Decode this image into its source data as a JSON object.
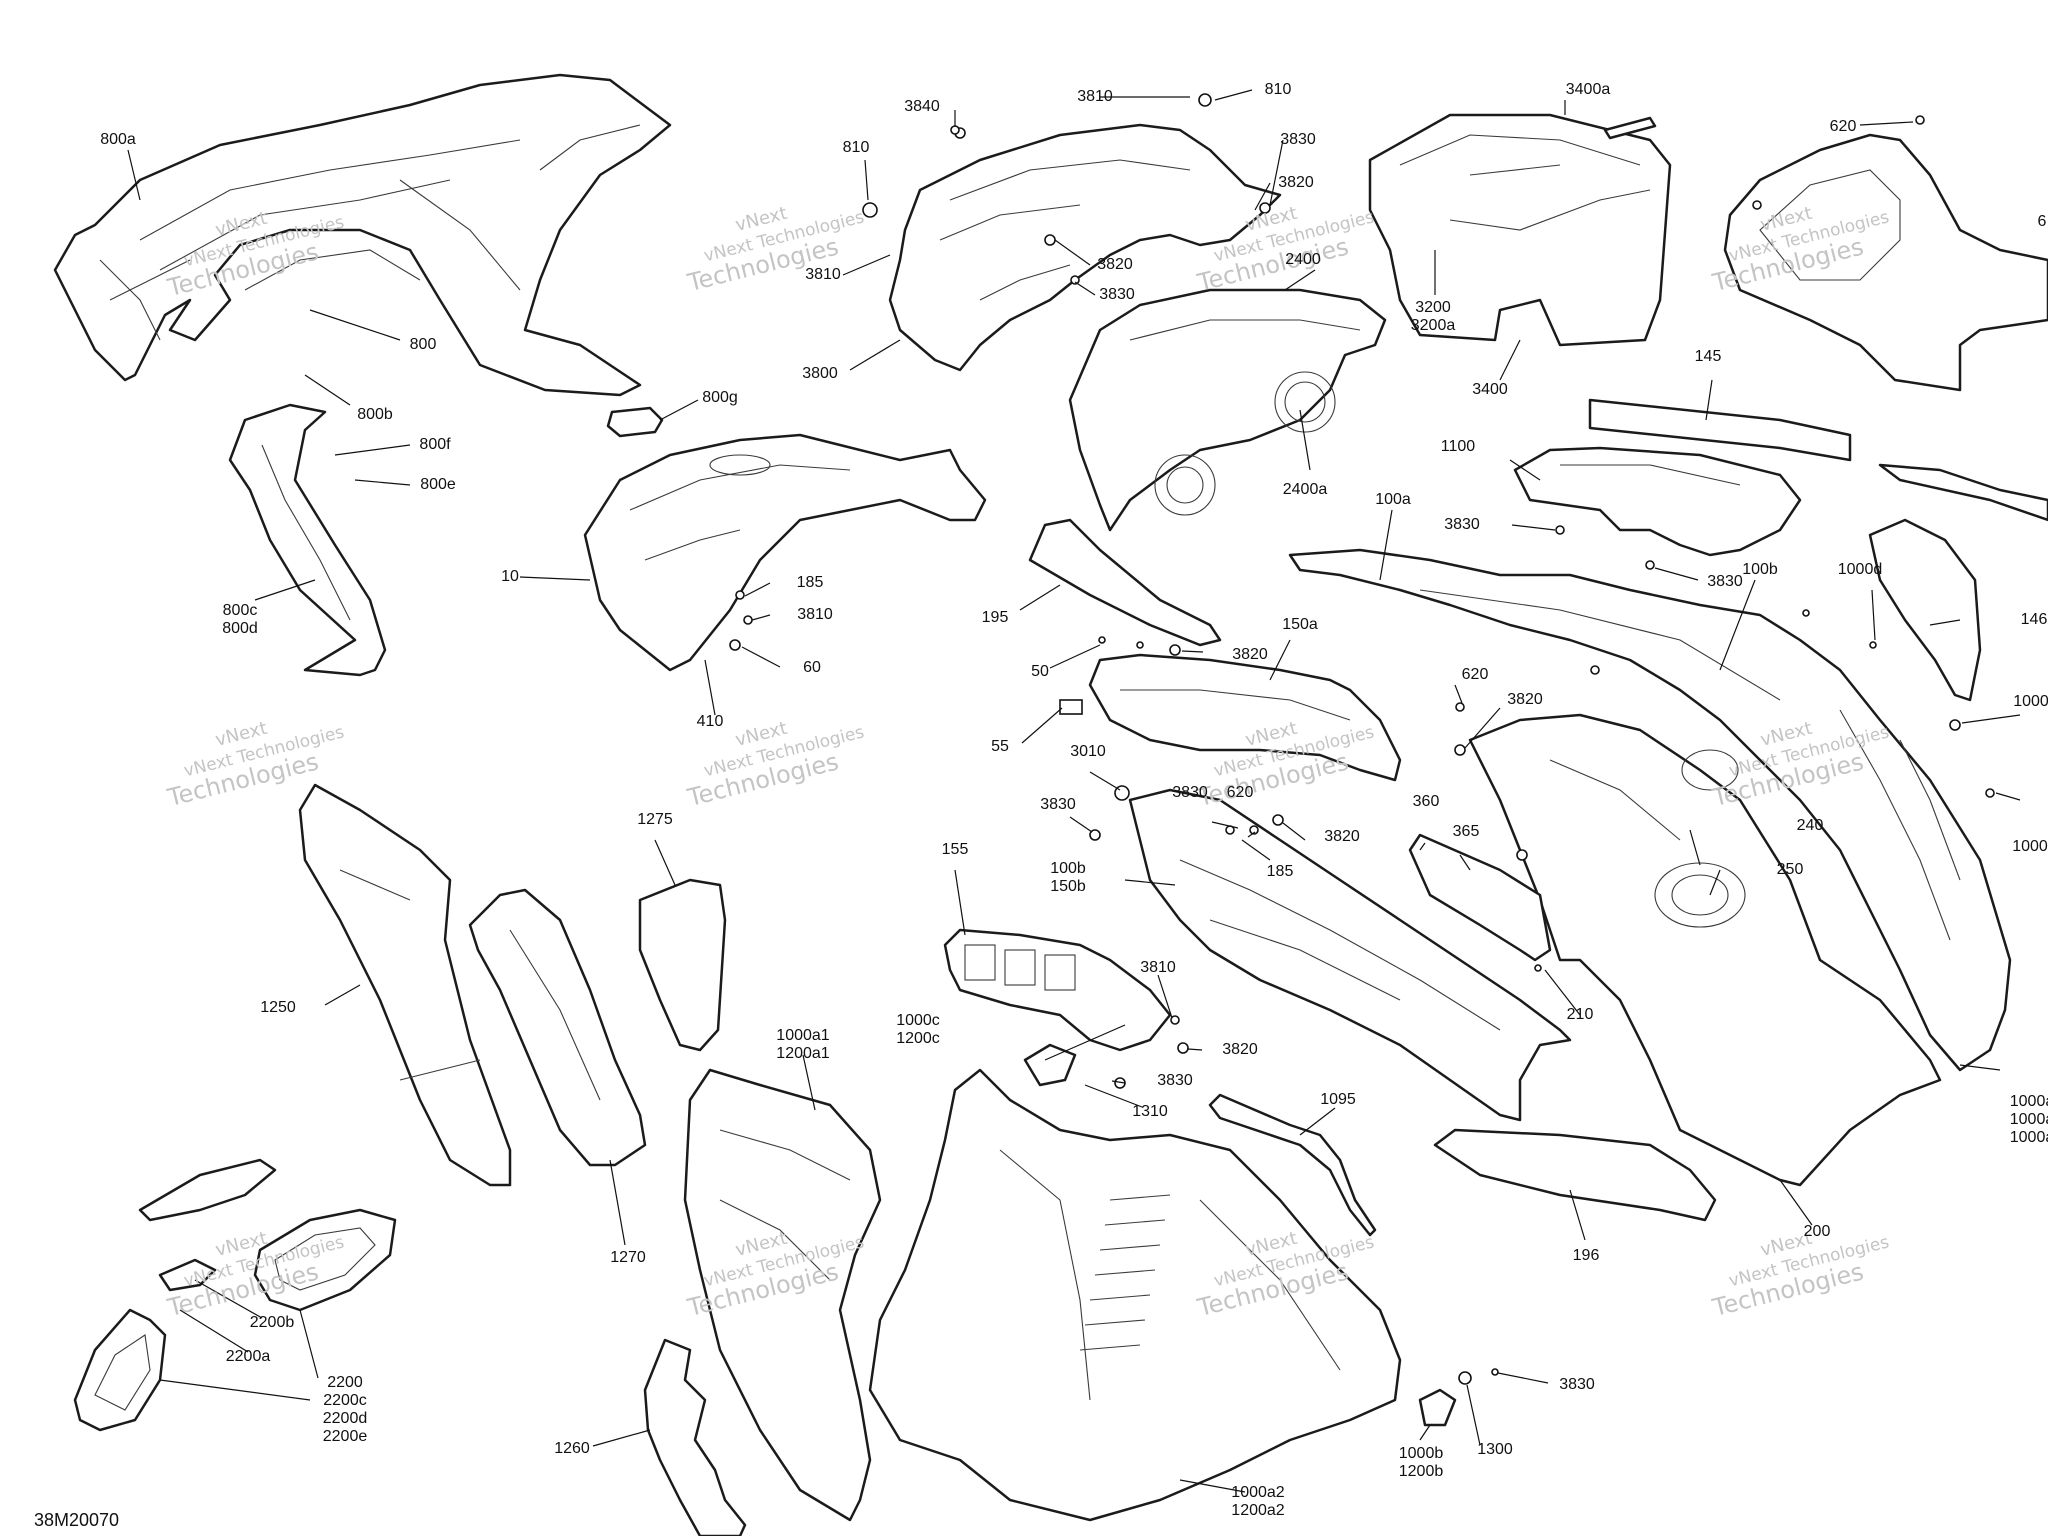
{
  "diagram_code": "38M20070",
  "watermark": {
    "line1": "vNext",
    "line2": "vNext Technologies",
    "line3": "Technologies"
  },
  "callouts": [
    {
      "id": "c800a",
      "text": "800a"
    },
    {
      "id": "c800",
      "text": "800"
    },
    {
      "id": "c800b",
      "text": "800b"
    },
    {
      "id": "c800f",
      "text": "800f"
    },
    {
      "id": "c800e",
      "text": "800e"
    },
    {
      "id": "c800c",
      "text": "800c\n800d"
    },
    {
      "id": "c800g",
      "text": "800g"
    },
    {
      "id": "c3840",
      "text": "3840"
    },
    {
      "id": "c810a",
      "text": "810"
    },
    {
      "id": "c3810a",
      "text": "3810"
    },
    {
      "id": "c810b",
      "text": "810"
    },
    {
      "id": "c3830a",
      "text": "3830"
    },
    {
      "id": "c3820a",
      "text": "3820"
    },
    {
      "id": "c3810b",
      "text": "3810"
    },
    {
      "id": "c3820b",
      "text": "3820"
    },
    {
      "id": "c3830b",
      "text": "3830"
    },
    {
      "id": "c3800",
      "text": "3800"
    },
    {
      "id": "c2400",
      "text": "2400"
    },
    {
      "id": "c2400a",
      "text": "2400a"
    },
    {
      "id": "c3400a",
      "text": "3400a"
    },
    {
      "id": "c3200",
      "text": "3200\n3200a"
    },
    {
      "id": "c3400",
      "text": "3400"
    },
    {
      "id": "c620a",
      "text": "620"
    },
    {
      "id": "c6edge",
      "text": "6"
    },
    {
      "id": "c145",
      "text": "145"
    },
    {
      "id": "c1100",
      "text": "1100"
    },
    {
      "id": "c3830c",
      "text": "3830"
    },
    {
      "id": "c3830d",
      "text": "3830"
    },
    {
      "id": "c100a",
      "text": "100a"
    },
    {
      "id": "c100b",
      "text": "100b"
    },
    {
      "id": "c1000d",
      "text": "1000d"
    },
    {
      "id": "c146",
      "text": "146"
    },
    {
      "id": "c1000e1",
      "text": "1000"
    },
    {
      "id": "c1000e2",
      "text": "1000"
    },
    {
      "id": "c10",
      "text": "10"
    },
    {
      "id": "c185a",
      "text": "185"
    },
    {
      "id": "c3810c",
      "text": "3810"
    },
    {
      "id": "c60",
      "text": "60"
    },
    {
      "id": "c410",
      "text": "410"
    },
    {
      "id": "c195",
      "text": "195"
    },
    {
      "id": "c50",
      "text": "50"
    },
    {
      "id": "c3820c",
      "text": "3820"
    },
    {
      "id": "c150a",
      "text": "150a"
    },
    {
      "id": "c55",
      "text": "55"
    },
    {
      "id": "c620b",
      "text": "620"
    },
    {
      "id": "c3820d",
      "text": "3820"
    },
    {
      "id": "c3010",
      "text": "3010"
    },
    {
      "id": "c3830e",
      "text": "3830"
    },
    {
      "id": "c3830f",
      "text": "3830"
    },
    {
      "id": "c620c",
      "text": "620"
    },
    {
      "id": "c3820e",
      "text": "3820"
    },
    {
      "id": "c185b",
      "text": "185"
    },
    {
      "id": "c360",
      "text": "360"
    },
    {
      "id": "c365",
      "text": "365"
    },
    {
      "id": "c240",
      "text": "240"
    },
    {
      "id": "c250",
      "text": "250"
    },
    {
      "id": "c210",
      "text": "210"
    },
    {
      "id": "c100b150b",
      "text": "100b\n150b"
    },
    {
      "id": "c155",
      "text": "155"
    },
    {
      "id": "c1275",
      "text": "1275"
    },
    {
      "id": "c1250",
      "text": "1250"
    },
    {
      "id": "c1270",
      "text": "1270"
    },
    {
      "id": "c3810d",
      "text": "3810"
    },
    {
      "id": "c1000c",
      "text": "1000c\n1200c"
    },
    {
      "id": "c3820f",
      "text": "3820"
    },
    {
      "id": "c3830g",
      "text": "3830"
    },
    {
      "id": "c1310",
      "text": "1310"
    },
    {
      "id": "c1000a1",
      "text": "1000a1\n1200a1"
    },
    {
      "id": "c1095",
      "text": "1095"
    },
    {
      "id": "c196",
      "text": "196"
    },
    {
      "id": "c200",
      "text": "200"
    },
    {
      "id": "c1000aE",
      "text": "1000a\n1000a\n1000a"
    },
    {
      "id": "c2200b",
      "text": "2200b"
    },
    {
      "id": "c2200a",
      "text": "2200a"
    },
    {
      "id": "c2200",
      "text": "2200\n2200c\n2200d\n2200e"
    },
    {
      "id": "c1260",
      "text": "1260"
    },
    {
      "id": "c3830h",
      "text": "3830"
    },
    {
      "id": "c1300",
      "text": "1300"
    },
    {
      "id": "c1000b",
      "text": "1000b\n1200b"
    },
    {
      "id": "c1000a2",
      "text": "1000a2\n1200a2"
    }
  ]
}
